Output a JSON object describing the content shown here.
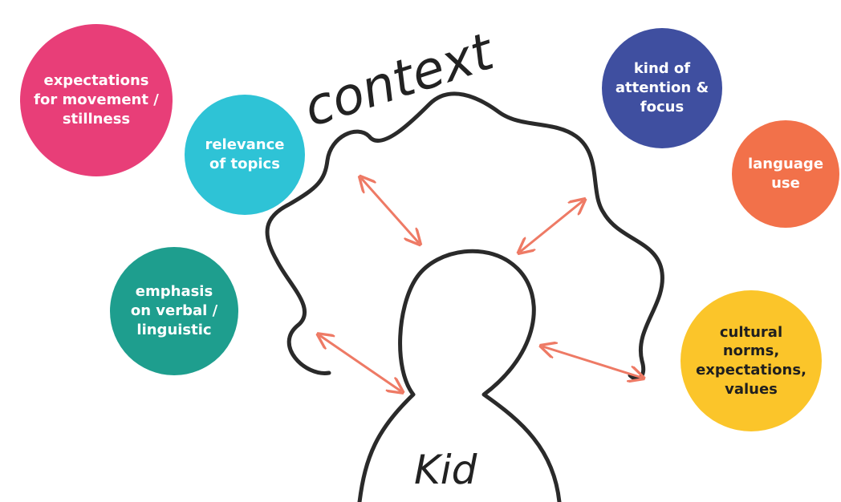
{
  "context_label": "context",
  "kid_label": "Kid",
  "bubbles": {
    "movement": {
      "text": "expectations\nfor movement /\nstillness",
      "color": "#E83E78"
    },
    "relevance": {
      "text": "relevance\nof topics",
      "color": "#2EC3D6"
    },
    "attention": {
      "text": "kind of\nattention &\nfocus",
      "color": "#3F4FA0"
    },
    "language": {
      "text": "language\nuse",
      "color": "#F2714A"
    },
    "verbal": {
      "text": "emphasis\non verbal /\nlinguistic",
      "color": "#1E9E8E"
    },
    "cultural": {
      "text": "cultural\nnorms,\nexpectations,\nvalues",
      "color": "#FBC52A"
    }
  },
  "colors": {
    "outline": "#2a2a2a",
    "arrow": "#EE7A65"
  }
}
